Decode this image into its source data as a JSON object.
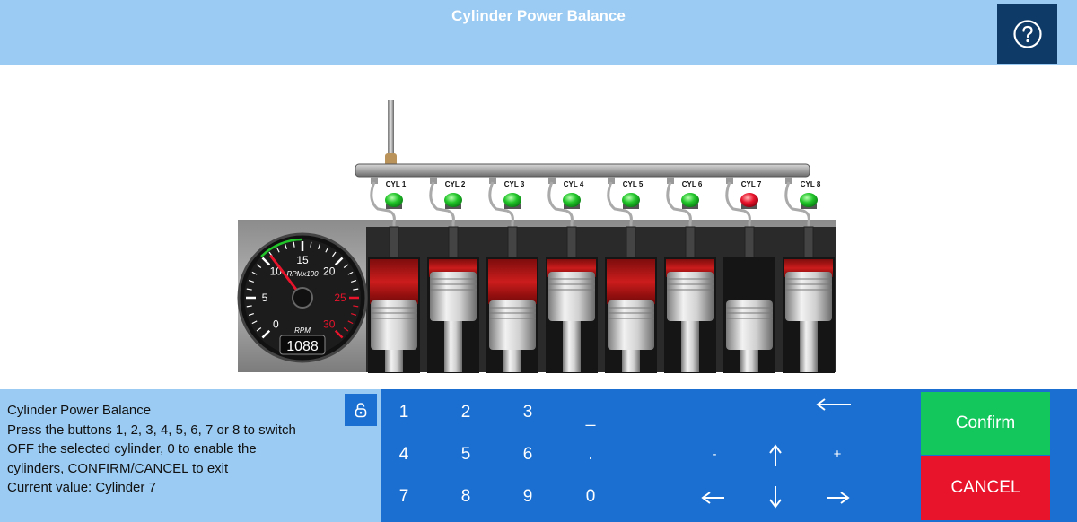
{
  "header": {
    "title": "Cylinder Power Balance",
    "help_icon": "question-circle-icon"
  },
  "engine": {
    "cylinders": [
      {
        "label": "CYL 1",
        "status": "on",
        "color": "#22c52a"
      },
      {
        "label": "CYL 2",
        "status": "on",
        "color": "#22c52a"
      },
      {
        "label": "CYL 3",
        "status": "on",
        "color": "#22c52a"
      },
      {
        "label": "CYL 4",
        "status": "on",
        "color": "#22c52a"
      },
      {
        "label": "CYL 5",
        "status": "on",
        "color": "#22c52a"
      },
      {
        "label": "CYL 6",
        "status": "on",
        "color": "#22c52a"
      },
      {
        "label": "CYL 7",
        "status": "off",
        "color": "#e8142c"
      },
      {
        "label": "CYL 8",
        "status": "on",
        "color": "#22c52a"
      }
    ]
  },
  "gauge": {
    "unit_label": "RPMx100",
    "rpm_label": "RPM",
    "rpm_value": "1088",
    "rpm_numeric": 1088,
    "ticks": [
      "0",
      "5",
      "10",
      "15",
      "20",
      "25",
      "30"
    ]
  },
  "info": {
    "lines": [
      "Cylinder Power Balance",
      "Press the buttons 1, 2, 3, 4, 5, 6, 7 or 8 to switch",
      "OFF the selected cylinder, 0 to enable the",
      "cylinders, CONFIRM/CANCEL to exit",
      "Current value: Cylinder 7"
    ],
    "lock_icon": "lock-icon"
  },
  "keypad": {
    "k1": "1",
    "k2": "2",
    "k3": "3",
    "k4": "4",
    "k5": "5",
    "k6": "6",
    "k7": "7",
    "k8": "8",
    "k9": "9",
    "k0": "0",
    "underscore": "_",
    "dot": ".",
    "minus": "-",
    "plus": "+"
  },
  "actions": {
    "confirm": "Confirm",
    "cancel": "CANCEL"
  },
  "colors": {
    "header_bg": "#9bcbf2",
    "keypad_bg": "#1b6fd0",
    "help_bg": "#0d3a66",
    "confirm": "#13c75c",
    "cancel": "#e8142c"
  }
}
